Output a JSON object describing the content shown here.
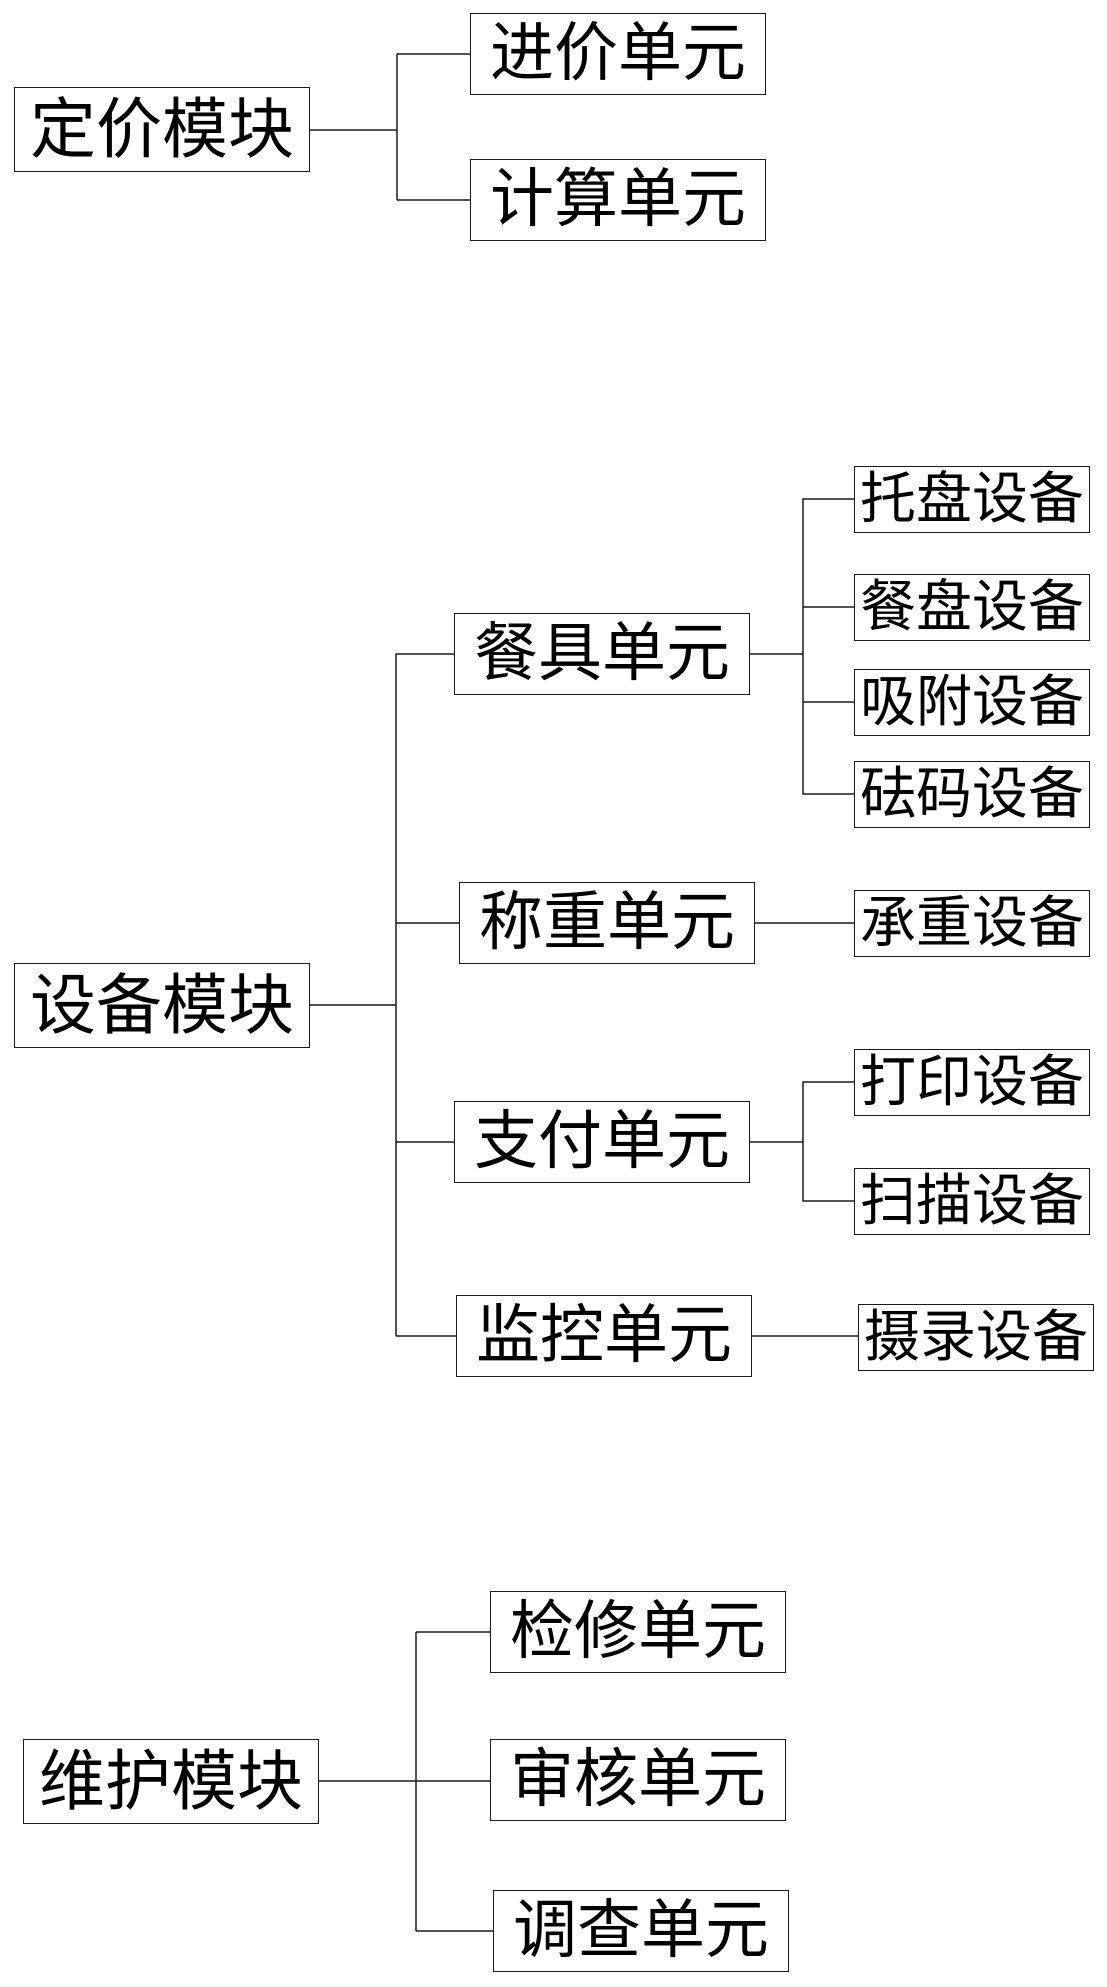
{
  "modules": [
    {
      "label": "定价模块",
      "units": [
        {
          "label": "进价单元",
          "devices": []
        },
        {
          "label": "计算单元",
          "devices": []
        }
      ]
    },
    {
      "label": "设备模块",
      "units": [
        {
          "label": "餐具单元",
          "devices": [
            "托盘设备",
            "餐盘设备",
            "吸附设备",
            "砝码设备"
          ]
        },
        {
          "label": "称重单元",
          "devices": [
            "承重设备"
          ]
        },
        {
          "label": "支付单元",
          "devices": [
            "打印设备",
            "扫描设备"
          ]
        },
        {
          "label": "监控单元",
          "devices": [
            "摄录设备"
          ]
        }
      ]
    },
    {
      "label": "维护模块",
      "units": [
        {
          "label": "检修单元",
          "devices": []
        },
        {
          "label": "审核单元",
          "devices": []
        },
        {
          "label": "调查单元",
          "devices": []
        }
      ]
    }
  ],
  "colors": {
    "line": "#1a1a1a",
    "box_border": "#1a1a1a",
    "text": "#000000",
    "background": "#ffffff"
  }
}
